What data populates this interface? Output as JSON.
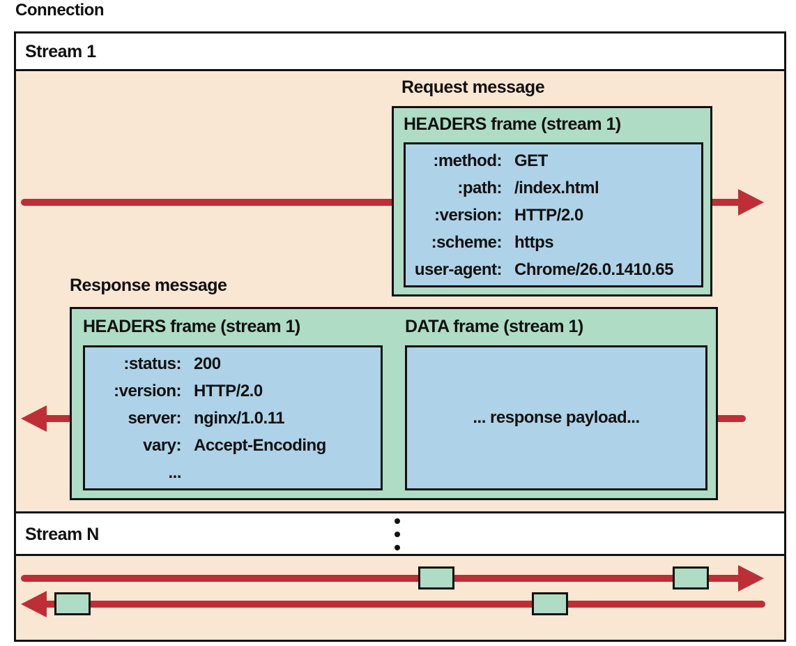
{
  "colors": {
    "background_peach": "#FAE7D3",
    "frame_green": "#AFDCC4",
    "payload_blue": "#AED3E8",
    "arrow_red": "#BE2E36",
    "border_ink": "#111111"
  },
  "connection": {
    "label": "Connection"
  },
  "stream1": {
    "label": "Stream 1",
    "request": {
      "message_label": "Request message",
      "frame_title": "HEADERS frame (stream 1)",
      "headers": [
        {
          "key": ":method:",
          "value": "GET"
        },
        {
          "key": ":path:",
          "value": "/index.html"
        },
        {
          "key": ":version:",
          "value": "HTTP/2.0"
        },
        {
          "key": ":scheme:",
          "value": "https"
        },
        {
          "key": "user-agent:",
          "value": "Chrome/26.0.1410.65"
        }
      ]
    },
    "response": {
      "message_label": "Response message",
      "headers_frame_title": "HEADERS frame (stream 1)",
      "data_frame_title": "DATA frame (stream 1)",
      "headers": [
        {
          "key": ":status:",
          "value": "200"
        },
        {
          "key": ":version:",
          "value": "HTTP/2.0"
        },
        {
          "key": "server:",
          "value": "nginx/1.0.11"
        },
        {
          "key": "vary:",
          "value": "Accept-Encoding"
        },
        {
          "key": "...",
          "value": ""
        }
      ],
      "data_payload": "... response payload..."
    }
  },
  "streamN": {
    "label": "Stream N",
    "more_streams_indicator": "vertical-ellipsis"
  }
}
